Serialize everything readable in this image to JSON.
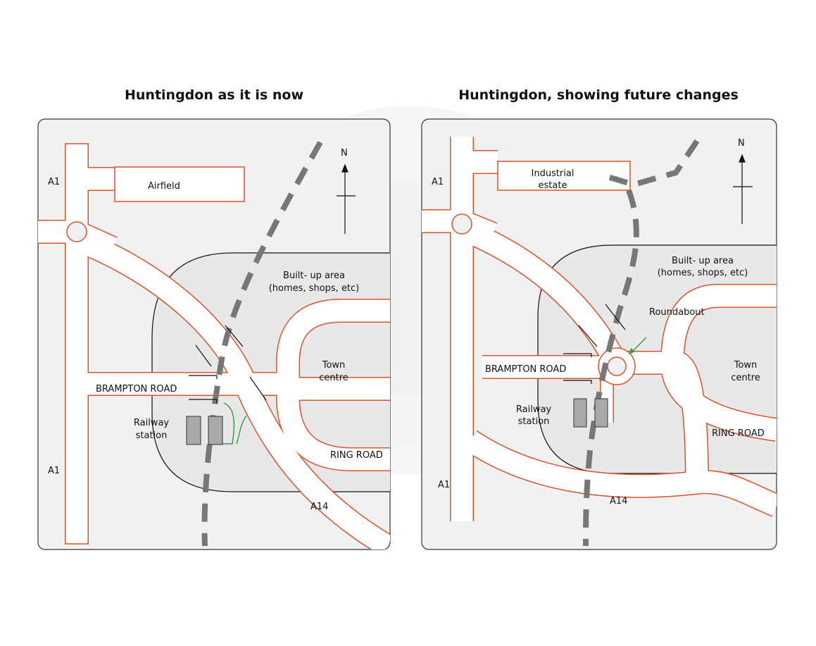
{
  "titles": {
    "left": "Huntingdon as it is now",
    "right": "Huntingdon, showing future changes"
  },
  "left_map": {
    "a1_top": "A1",
    "a1_bottom": "A1",
    "airfield": "Airfield",
    "north": "N",
    "built_up_line1": "Built- up area",
    "built_up_line2": "(homes, shops, etc)",
    "brampton_road": "BRAMPTON ROAD",
    "town_centre_line1": "Town",
    "town_centre_line2": "centre",
    "railway_line1": "Railway",
    "railway_line2": "station",
    "ring_road": "RING ROAD",
    "a14": "A14"
  },
  "right_map": {
    "a1_top": "A1",
    "a1_bottom": "A1",
    "industrial_line1": "Industrial",
    "industrial_line2": "estate",
    "north": "N",
    "built_up_line1": "Built- up area",
    "built_up_line2": "(homes, shops, etc)",
    "roundabout": "Roundabout",
    "brampton_road": "BRAMPTON ROAD",
    "town_centre_line1": "Town",
    "town_centre_line2": "centre",
    "railway_line1": "Railway",
    "railway_line2": "station",
    "ring_road": "RING ROAD",
    "a14": "A14"
  },
  "colors": {
    "road_edge": "#d9542b",
    "road_fill": "#ffffff",
    "panel_bg": "#f1f1f1",
    "railway": "#777777",
    "green_path": "#2e9e3e",
    "station": "#a9a9a9"
  }
}
